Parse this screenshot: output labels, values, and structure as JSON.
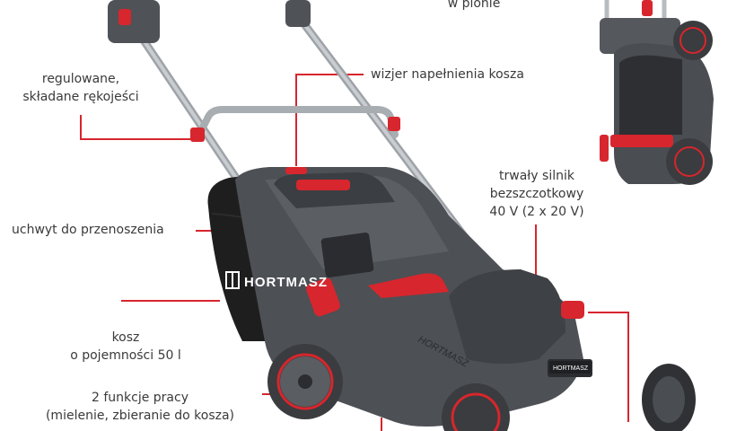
{
  "labels": {
    "top_partial": "w pionie",
    "handles": [
      "regulowane,",
      "składane rękojeści"
    ],
    "sight_window": "wizjer napełnienia kosza",
    "motor": [
      "trwały silnik",
      "bezszczotkowy",
      "40 V (2 x 20 V)"
    ],
    "carry_handle": "uchwyt do przenoszenia",
    "basket": [
      "kosz",
      "o pojemności 50 l"
    ],
    "functions": [
      "2 funkcje pracy",
      "(mielenie, zbieranie do kosza)"
    ]
  },
  "product": {
    "brand": "HORTMASZ",
    "deck_text": "HORTMASZ"
  },
  "colors": {
    "accent": "#d7262d",
    "leader_line": "#d7262d",
    "body_dark": "#4a4d52",
    "body_mid": "#5e6267",
    "bag": "#1e1e1e",
    "handle_bar": "#b8bcc0"
  }
}
